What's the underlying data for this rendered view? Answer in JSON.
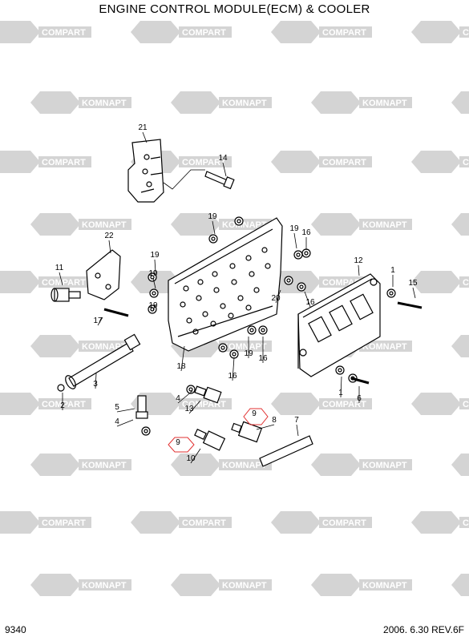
{
  "title": "ENGINE CONTROL MODULE(ECM) & COOLER",
  "footer": {
    "page_code": "9340",
    "revision": "2006. 6.30  REV.6F"
  },
  "watermark": {
    "text_left": "KOMNAPT",
    "text_right": "COMPART",
    "color": "#d4d4d4"
  },
  "callouts": [
    {
      "id": "c21a",
      "label": "21"
    },
    {
      "id": "c14",
      "label": "14"
    },
    {
      "id": "c19a",
      "label": "19"
    },
    {
      "id": "c19b",
      "label": "19"
    },
    {
      "id": "c16a",
      "label": "16"
    },
    {
      "id": "c22",
      "label": "22"
    },
    {
      "id": "c12",
      "label": "12"
    },
    {
      "id": "c11",
      "label": "11"
    },
    {
      "id": "c19c",
      "label": "19"
    },
    {
      "id": "c1a",
      "label": "1"
    },
    {
      "id": "c15",
      "label": "15"
    },
    {
      "id": "c19d",
      "label": "19"
    },
    {
      "id": "c20",
      "label": "20"
    },
    {
      "id": "c16b",
      "label": "16"
    },
    {
      "id": "c17",
      "label": "17"
    },
    {
      "id": "c19e",
      "label": "19"
    },
    {
      "id": "c16c",
      "label": "16"
    },
    {
      "id": "c18",
      "label": "18"
    },
    {
      "id": "c19f",
      "label": "19"
    },
    {
      "id": "c16d",
      "label": "16"
    },
    {
      "id": "c3",
      "label": "3"
    },
    {
      "id": "c1b",
      "label": "1"
    },
    {
      "id": "c6",
      "label": "6"
    },
    {
      "id": "c2",
      "label": "2"
    },
    {
      "id": "c5",
      "label": "5"
    },
    {
      "id": "c4a",
      "label": "4"
    },
    {
      "id": "c13",
      "label": "13"
    },
    {
      "id": "c4b",
      "label": "4"
    },
    {
      "id": "c9a",
      "label": "9"
    },
    {
      "id": "c8",
      "label": "8"
    },
    {
      "id": "c7",
      "label": "7"
    },
    {
      "id": "c9b",
      "label": "9"
    },
    {
      "id": "c10",
      "label": "10"
    }
  ]
}
